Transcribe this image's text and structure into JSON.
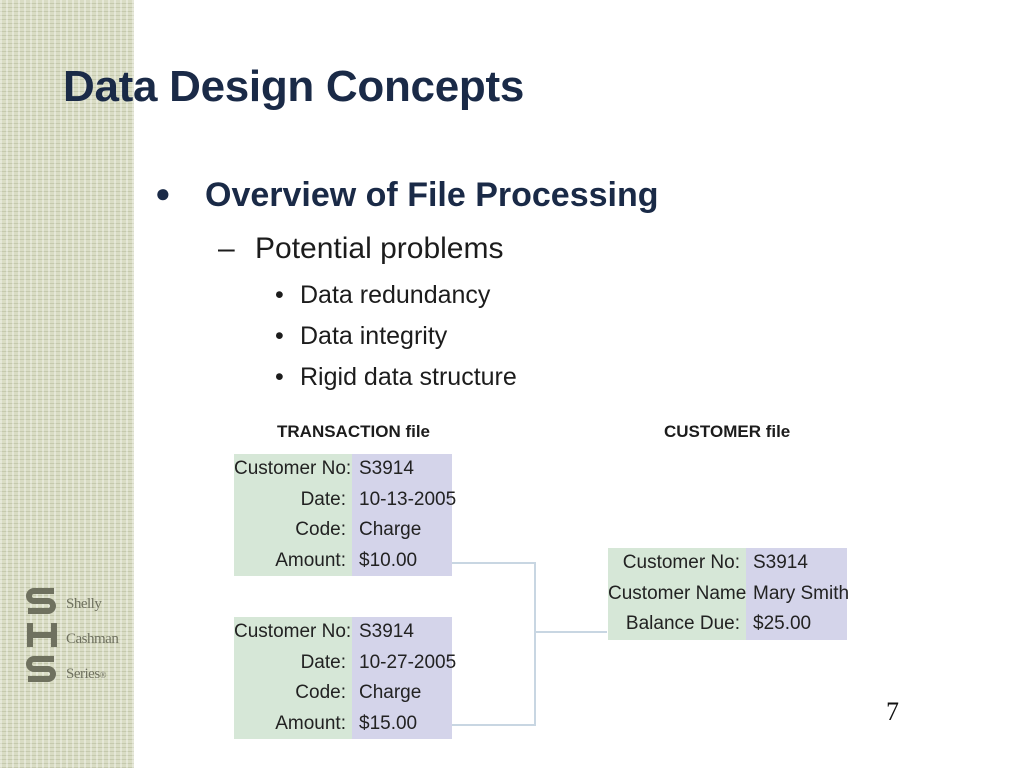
{
  "slide": {
    "title": "Data Design Concepts",
    "page_number": "7"
  },
  "bullets": {
    "level1": "Overview of File Processing",
    "level2": "Potential problems",
    "level3": [
      "Data redundancy",
      "Data integrity",
      "Rigid data structure"
    ]
  },
  "logo": {
    "words": [
      "Shelly",
      "Cashman",
      "Series"
    ],
    "registered_mark": "®"
  },
  "diagram": {
    "transaction_label": "TRANSACTION file",
    "customer_label": "CUSTOMER file",
    "transaction_records": [
      {
        "rows": [
          {
            "label": "Customer No:",
            "value": "S3914"
          },
          {
            "label": "Date:",
            "value": "10-13-2005"
          },
          {
            "label": "Code:",
            "value": "Charge"
          },
          {
            "label": "Amount:",
            "value": "$10.00"
          }
        ]
      },
      {
        "rows": [
          {
            "label": "Customer No:",
            "value": "S3914"
          },
          {
            "label": "Date:",
            "value": "10-27-2005"
          },
          {
            "label": "Code:",
            "value": "Charge"
          },
          {
            "label": "Amount:",
            "value": "$15.00"
          }
        ]
      }
    ],
    "customer_record": {
      "rows": [
        {
          "label": "Customer No:",
          "value": "S3914"
        },
        {
          "label": "Customer Name:",
          "value": "Mary Smith"
        },
        {
          "label": "Balance Due:",
          "value": "$25.00"
        }
      ]
    }
  },
  "colors": {
    "title": "#1a2a47",
    "label_cell": "#d6e7d7",
    "value_cell": "#d4d4ea",
    "sidebar": "#d9dcc4",
    "connector": "#c8d6e2"
  }
}
